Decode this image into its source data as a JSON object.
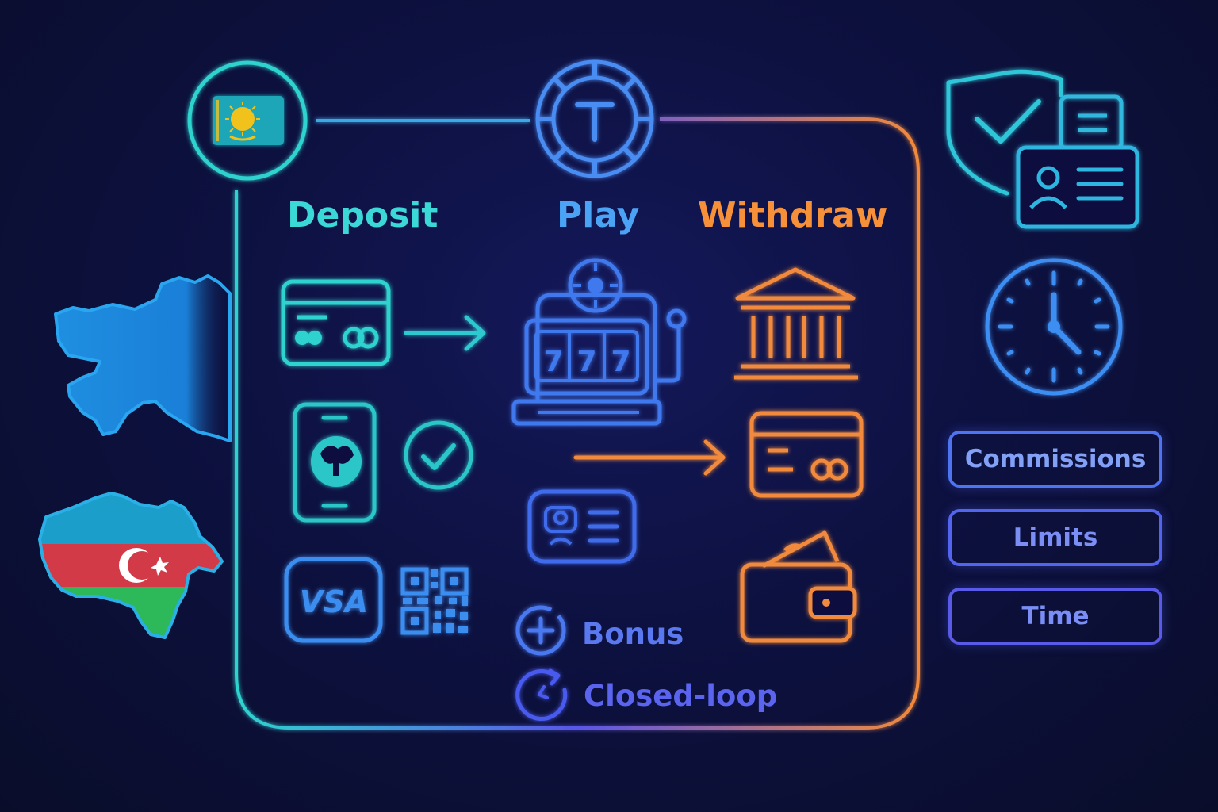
{
  "steps": {
    "deposit": "Deposit",
    "play": "Play",
    "withdraw": "Withdraw"
  },
  "slot_reels": [
    "7",
    "7",
    "7"
  ],
  "card_brand": "VSA",
  "features": {
    "bonus": "Bonus",
    "closed_loop": "Closed-loop"
  },
  "side_buttons": [
    "Commissions",
    "Limits",
    "Time"
  ],
  "colors": {
    "teal": "#3ad8d6",
    "blue": "#4aa3f5",
    "indigo": "#5a64ee",
    "orange": "#f6913a"
  },
  "icons": [
    "kazakhstan-flag-icon",
    "tether-coin-icon",
    "shield-check-icon",
    "id-card-icon",
    "clock-icon",
    "bank-card-icon",
    "arrow-right-icon",
    "slot-machine-icon",
    "bank-building-icon",
    "mobile-payment-icon",
    "check-circle-icon",
    "withdraw-card-icon",
    "id-badge-icon",
    "visa-card-icon",
    "qr-code-icon",
    "wallet-icon",
    "bonus-plus-icon",
    "closed-loop-icon",
    "kazakhstan-map-icon",
    "azerbaijan-map-icon"
  ]
}
